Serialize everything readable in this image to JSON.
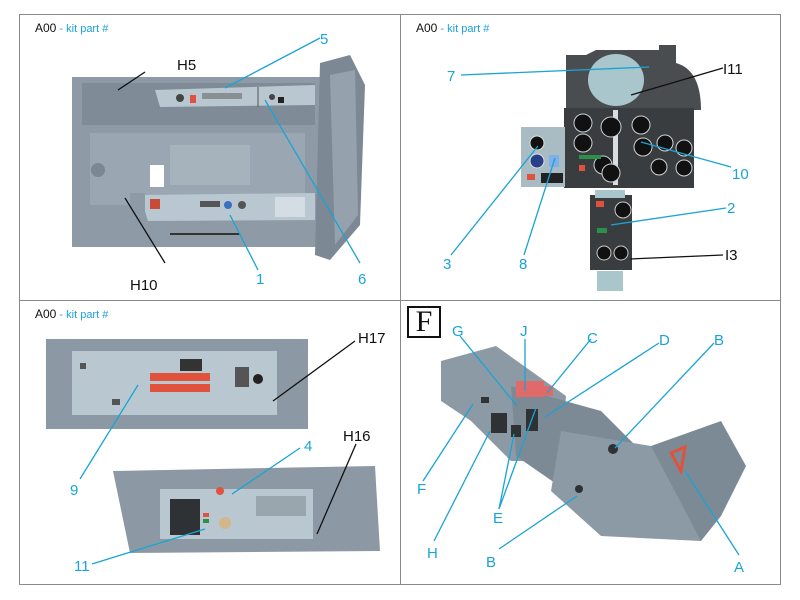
{
  "panels": [
    {
      "id": "side-console-assembly",
      "header": {
        "part": "A00",
        "separator": " - ",
        "sub": "kit part #"
      },
      "labels": {
        "H5": "H5",
        "5": "5",
        "H10": "H10",
        "1": "1",
        "6": "6"
      }
    },
    {
      "id": "instrument-panel",
      "header": {
        "part": "A00",
        "separator": " - ",
        "sub": "kit part #"
      },
      "labels": {
        "7": "7",
        "I11": "I11",
        "10": "10",
        "2": "2",
        "3": "3",
        "8": "8",
        "I3": "I3"
      }
    },
    {
      "id": "side-panels-detail",
      "header": {
        "part": "A00",
        "separator": " - ",
        "sub": "kit part #"
      },
      "labels": {
        "H17": "H17",
        "9": "9",
        "4": "4",
        "H16": "H16",
        "11": "11"
      }
    },
    {
      "id": "ejection-seat",
      "step": "F",
      "labels": {
        "G": "G",
        "J": "J",
        "C": "C",
        "D": "D",
        "B1": "B",
        "F": "F",
        "H": "H",
        "E": "E",
        "B2": "B",
        "A": "A"
      }
    }
  ],
  "colors": {
    "leader_blue": "#1aa3d6",
    "leader_black": "#111111",
    "resin_grey": "#8c9aa6",
    "panel_dark": "#3a3d40",
    "pe_light": "#b9c7d0",
    "accent_red": "#e0523c"
  }
}
